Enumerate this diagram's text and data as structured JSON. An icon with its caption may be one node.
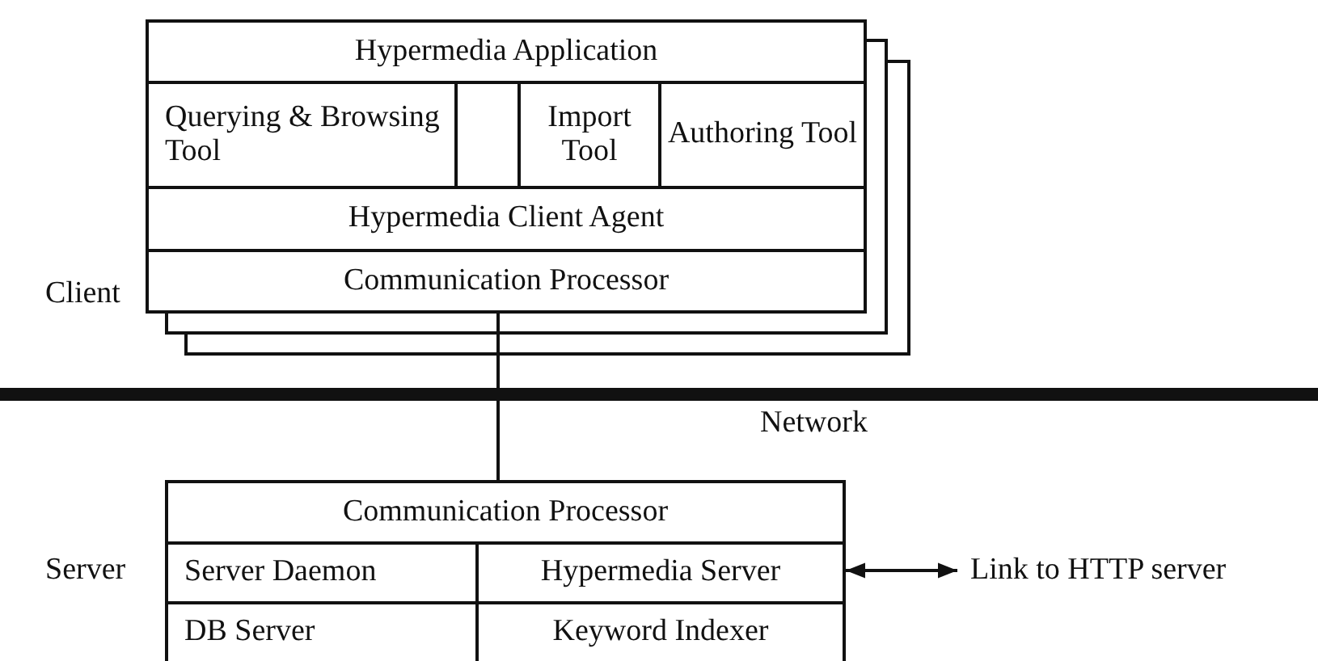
{
  "diagram": {
    "nodes": [
      {
        "text": [
          "Hypermedia Application"
        ]
      },
      {
        "text": [
          "Querying & Browsing Tool"
        ]
      },
      {
        "text": [
          "Import Tool"
        ]
      },
      {
        "text": [
          "Authoring Tool"
        ]
      },
      {
        "text": [
          "Hypermedia Client Agent"
        ]
      },
      {
        "text": [
          "Communication Processor"
        ]
      },
      {
        "text": [
          "Network"
        ]
      },
      {
        "text": [
          "Communication Processor"
        ]
      },
      {
        "text": [
          "Server Daemon"
        ]
      },
      {
        "text": [
          "Hypermedia Server"
        ]
      },
      {
        "text": [
          "DB Server"
        ]
      },
      {
        "text": [
          "Keyword Indexer"
        ]
      },
      {
        "text": [
          "Link to HTTP server"
        ]
      }
    ],
    "edges": [
      {
        "from": 5,
        "to": 6,
        "arrow": "none"
      },
      {
        "from": 6,
        "to": 7,
        "arrow": "none"
      },
      {
        "from": 9,
        "to": 12,
        "arrow": "both"
      }
    ],
    "labels": [
      "Client",
      "Server"
    ]
  }
}
